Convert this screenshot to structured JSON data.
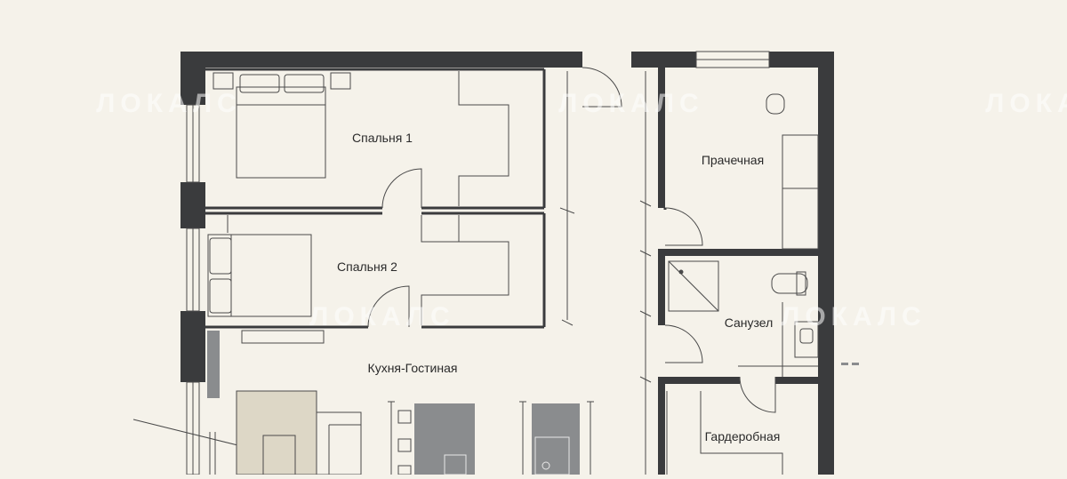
{
  "rooms": {
    "bedroom1": "Спальня 1",
    "bedroom2": "Спальня 2",
    "laundry": "Прачечная",
    "bathroom": "Санузел",
    "living": "Кухня-Гостиная",
    "wardrobe": "Гардеробная"
  },
  "watermark": {
    "text": "ЛОКАЛС",
    "description": "logo watermark"
  },
  "colors": {
    "background": "#f5f2ea",
    "wall": "#3a3b3d",
    "line": "#4a4a4a",
    "rug": "#ddd7c6",
    "marble": "#8a8c8e"
  }
}
